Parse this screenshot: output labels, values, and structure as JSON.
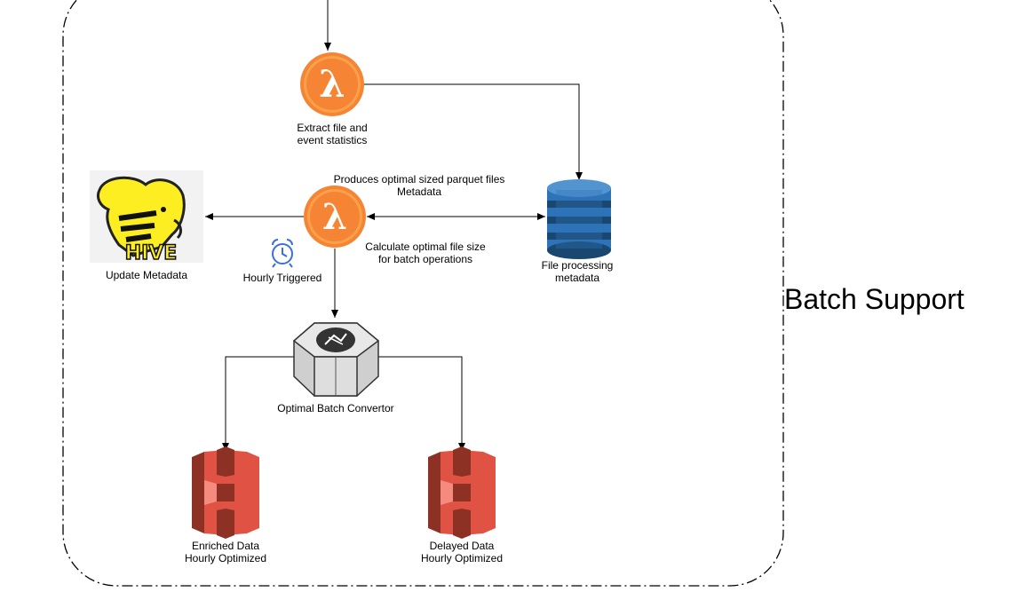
{
  "group": {
    "label": "Batch Support"
  },
  "nodes": {
    "extract_lambda": {
      "label": "Extract file and\nevent statistics"
    },
    "optimize_lambda": {
      "label_top": "Produces optimal sized parquet files\nMetadata",
      "label_side": "Calculate optimal file size\nfor batch operations"
    },
    "hive": {
      "label": "Update Metadata",
      "logo_text": "HIVE"
    },
    "timer": {
      "label": "Hourly Triggered"
    },
    "dynamodb": {
      "label": "File processing\nmetadata"
    },
    "converter": {
      "label": "Optimal Batch Convertor"
    },
    "s3_enriched": {
      "label": "Enriched Data\nHourly Optimized"
    },
    "s3_delayed": {
      "label": "Delayed Data\nHourly Optimized"
    }
  },
  "colors": {
    "lambda": "#F58534",
    "dynamodb": "#2E73B8",
    "s3": "#E05243",
    "timer": "#3B6FE0",
    "hive_yellow": "#FDEE21"
  },
  "icons": {
    "lambda": "lambda-icon",
    "dynamodb": "dynamodb-icon",
    "s3": "s3-bucket-icon",
    "timer": "alarm-clock-icon",
    "converter": "batch-converter-icon",
    "hive": "hive-logo"
  }
}
